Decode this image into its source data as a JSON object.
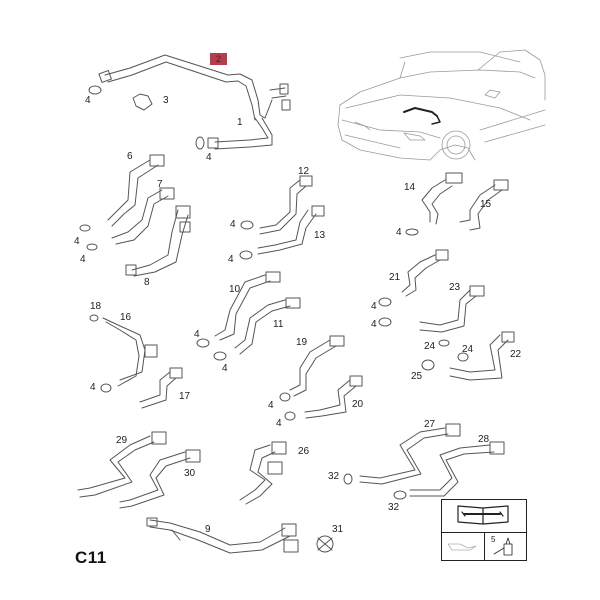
{
  "diagram": {
    "page_code": "C11",
    "title_hint": "Coolant hoses - exploded parts view",
    "highlight_color": "#b0404d",
    "callouts": [
      {
        "id": "c-2",
        "label": "2",
        "highlighted": true
      },
      {
        "id": "c-1",
        "label": "1"
      },
      {
        "id": "c-3",
        "label": "3"
      },
      {
        "id": "c-4a",
        "label": "4"
      },
      {
        "id": "c-4b",
        "label": "4"
      },
      {
        "id": "c-6",
        "label": "6"
      },
      {
        "id": "c-7",
        "label": "7"
      },
      {
        "id": "c-4c",
        "label": "4"
      },
      {
        "id": "c-4d",
        "label": "4"
      },
      {
        "id": "c-8",
        "label": "8"
      },
      {
        "id": "c-12",
        "label": "12"
      },
      {
        "id": "c-13",
        "label": "13"
      },
      {
        "id": "c-4e",
        "label": "4"
      },
      {
        "id": "c-4f",
        "label": "4"
      },
      {
        "id": "c-14",
        "label": "14"
      },
      {
        "id": "c-15",
        "label": "15"
      },
      {
        "id": "c-4g",
        "label": "4"
      },
      {
        "id": "c-21",
        "label": "21"
      },
      {
        "id": "c-23",
        "label": "23"
      },
      {
        "id": "c-4h",
        "label": "4"
      },
      {
        "id": "c-4i",
        "label": "4"
      },
      {
        "id": "c-24a",
        "label": "24"
      },
      {
        "id": "c-24b",
        "label": "24"
      },
      {
        "id": "c-22",
        "label": "22"
      },
      {
        "id": "c-25",
        "label": "25"
      },
      {
        "id": "c-18",
        "label": "18"
      },
      {
        "id": "c-16",
        "label": "16"
      },
      {
        "id": "c-4j",
        "label": "4"
      },
      {
        "id": "c-17",
        "label": "17"
      },
      {
        "id": "c-10",
        "label": "10"
      },
      {
        "id": "c-11",
        "label": "11"
      },
      {
        "id": "c-4k",
        "label": "4"
      },
      {
        "id": "c-4l",
        "label": "4"
      },
      {
        "id": "c-19",
        "label": "19"
      },
      {
        "id": "c-20",
        "label": "20"
      },
      {
        "id": "c-4m",
        "label": "4"
      },
      {
        "id": "c-4n",
        "label": "4"
      },
      {
        "id": "c-29",
        "label": "29"
      },
      {
        "id": "c-30",
        "label": "30"
      },
      {
        "id": "c-26",
        "label": "26"
      },
      {
        "id": "c-27",
        "label": "27"
      },
      {
        "id": "c-28",
        "label": "28"
      },
      {
        "id": "c-32a",
        "label": "32"
      },
      {
        "id": "c-32b",
        "label": "32"
      },
      {
        "id": "c-9",
        "label": "9"
      },
      {
        "id": "c-31",
        "label": "31"
      }
    ],
    "legend": {
      "icon_top": "manual-wrench-icon",
      "icon_bottom_left": "oil-can-icon",
      "icon_bottom_right": "sealant-bottle-icon",
      "bottom_right_number": "5"
    }
  }
}
